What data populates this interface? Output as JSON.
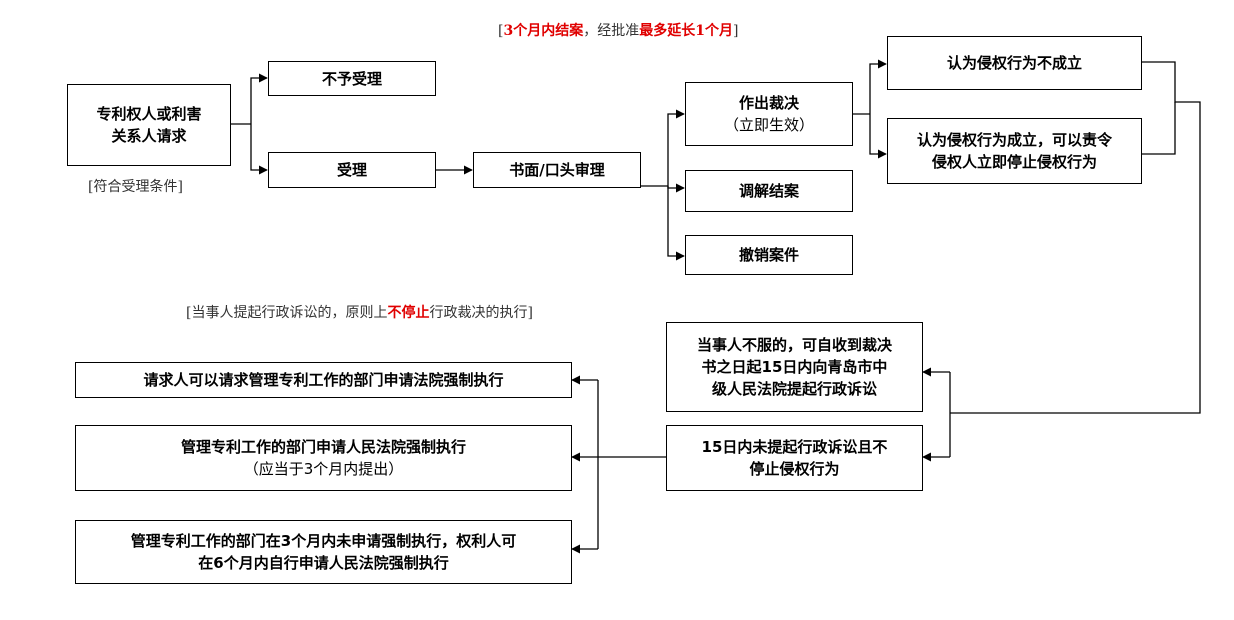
{
  "notes": {
    "deadline": {
      "open": "[",
      "red1": "3个月内结案",
      "mid": "，经批准",
      "red2": "最多延长1个月",
      "close": "]"
    },
    "accept_condition": "[符合受理条件]",
    "lawsuit": {
      "before": "[当事人提起行政诉讼的，原则上",
      "red": "不停止",
      "after": "行政裁决的执行]"
    }
  },
  "nodes": {
    "requester": [
      "专利权人或利害",
      "关系人请求"
    ],
    "reject": "不予受理",
    "accept": "受理",
    "review": "书面/口头审理",
    "ruling": [
      "作出裁决",
      "（立即生效）"
    ],
    "mediation": "调解结案",
    "withdraw": "撤销案件",
    "no_infringement": "认为侵权行为不成立",
    "infringement": [
      "认为侵权行为成立，可以责令",
      "侵权人立即停止侵权行为"
    ],
    "appeal": [
      "当事人不服的，可自收到裁决",
      "书之日起15日内向青岛市中",
      "级人民法院提起行政诉讼"
    ],
    "no_appeal": [
      "15日内未提起行政诉讼且不",
      "停止侵权行为"
    ],
    "requester_enforce": "请求人可以请求管理专利工作的部门申请法院强制执行",
    "dept_enforce": [
      "管理专利工作的部门申请人民法院强制执行",
      "（应当于3个月内提出）"
    ],
    "self_enforce": [
      "管理专利工作的部门在3个月内未申请强制执行，权利人可",
      "在6个月内自行申请人民法院强制执行"
    ]
  }
}
